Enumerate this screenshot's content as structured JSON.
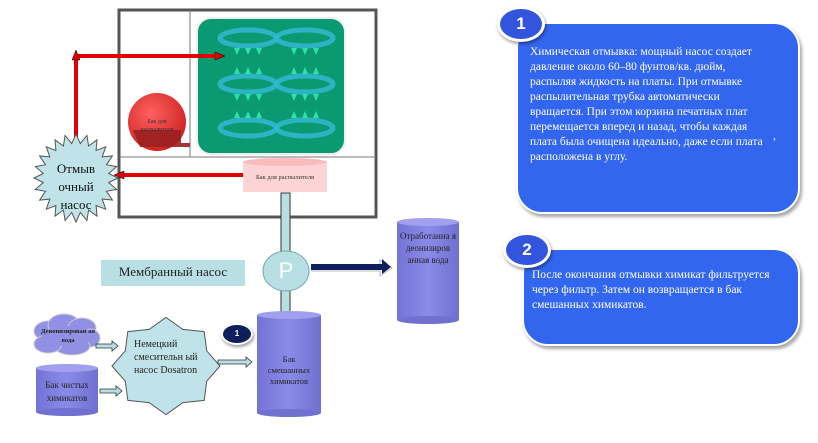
{
  "diagram": {
    "wash_pump": "Отмыв очный насос",
    "spray_tank_top": "Бак для распылителя",
    "spray_tank_bottom": "Бак для распылителя",
    "membrane_pump": "Мембранный насос",
    "pump_p_symbol": "P",
    "waste_water_tank": "Отработанна я деонизиров анная вода",
    "deionized_water": "Деионизирован ая вода",
    "clean_chemicals_tank": "Бак чистых химикатов",
    "mixing_pump": "Немецкий смесительн ый насос Dosatron",
    "mixed_chemicals_tank": "Бак смешанных химикатов",
    "step_marker": "1"
  },
  "cards": [
    {
      "number": "1",
      "text": "Химическая отмывка: мощный насос создает давление около 60–80 фунтов/кв. дюйм, распыляя жидкость на платы. При отмывке распылительная трубка автоматически вращается. При этом корзина печатных плат перемещается вперед и назад, чтобы каждая плата была очищена идеально, даже если плата расположена в углу.",
      "stray_mark": ","
    },
    {
      "number": "2",
      "text": "После окончания отмывки химикат фильтруется через фильтр. Затем он возвращается в бак смешанных химикатов."
    }
  ],
  "colors": {
    "card_blue": "#3366ee",
    "machine_green": "#0a9a72",
    "red_pipe": "#e00000",
    "tank_purple": "#8080e0",
    "light_teal": "#b8e0e4",
    "navy_arrow": "#0d1f5c"
  }
}
